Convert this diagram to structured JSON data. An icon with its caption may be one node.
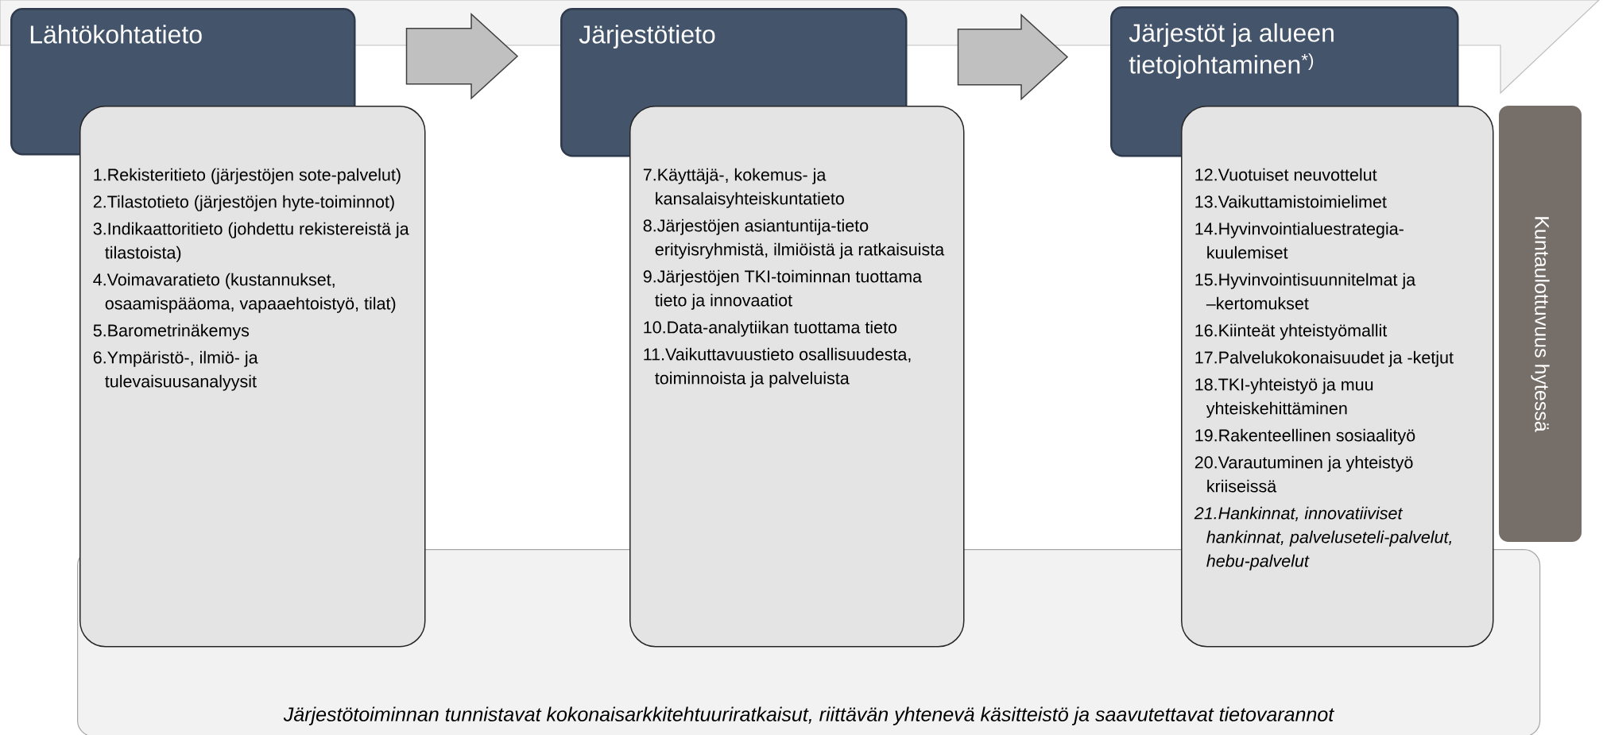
{
  "diagram": {
    "nodes": [
      {
        "text": [
          "Lähtökohtatieto"
        ]
      },
      {
        "text": [
          "1.Rekisteritieto (järjestöjen sote-palvelut)",
          "2.Tilastotieto (järjestöjen hyte-toiminnot)",
          "3.Indikaattoritieto (johdettu rekistereistä ja tilastoista)",
          "4.Voimavaratieto (kustannukset, osaamispääoma, vapaaehtoistyö, tilat)",
          "5.Barometrinäkemys",
          "6.Ympäristö-, ilmiö- ja tulevaisuusanalyysit"
        ]
      },
      {
        "text": [
          "Järjestötieto"
        ]
      },
      {
        "text": [
          "7.Käyttäjä-, kokemus- ja kansalaisyhteiskuntatieto",
          "8.Järjestöjen asiantuntija-tieto erityisryhmistä, ilmiöistä ja ratkaisuista",
          "9.Järjestöjen TKI-toiminnan tuottama tieto ja innovaatiot",
          "10.Data-analytiikan tuottama tieto",
          "11.Vaikuttavuustieto osallisuudesta, toiminnoista ja palveluista"
        ]
      },
      {
        "text": [
          "Järjestöt ja alueen tietojohtaminen$^{*)}$"
        ]
      },
      {
        "text": [
          "Kuntaulottuvuus hytessä"
        ]
      },
      {
        "text": [
          "12.Vuotuiset neuvottelut",
          "13.Vaikuttamistoimielimet",
          "14.Hyvinvointialuestrategia-kuulemiset",
          "15.Hyvinvointisuunnitelmat ja –kertomukset",
          "16.Kiinteät yhteistyömallit",
          "17.Palvelukokonaisuudet ja -ketjut",
          "18.TKI-yhteistyö ja muu yhteiskehittäminen",
          "19.Rakenteellinen sosiaalityö",
          "20.Varautuminen ja yhteistyö kriiseissä",
          "*21.Hankinnat, innovatiiviset hankinnat, palveluseteli-palvelut, hebu-palvelut*"
        ]
      },
      {
        "text": [
          "Järjestötoiminnan tunnistavat kokonaisarkkitehtuuriratkaisut, riittävän yhtenevä käsitteistö ja saavutettavat tietovarannot"
        ]
      }
    ],
    "edges": [
      {
        "from": 0,
        "to": 2,
        "arrow": "to"
      },
      {
        "from": 2,
        "to": 4,
        "arrow": "to"
      }
    ]
  }
}
